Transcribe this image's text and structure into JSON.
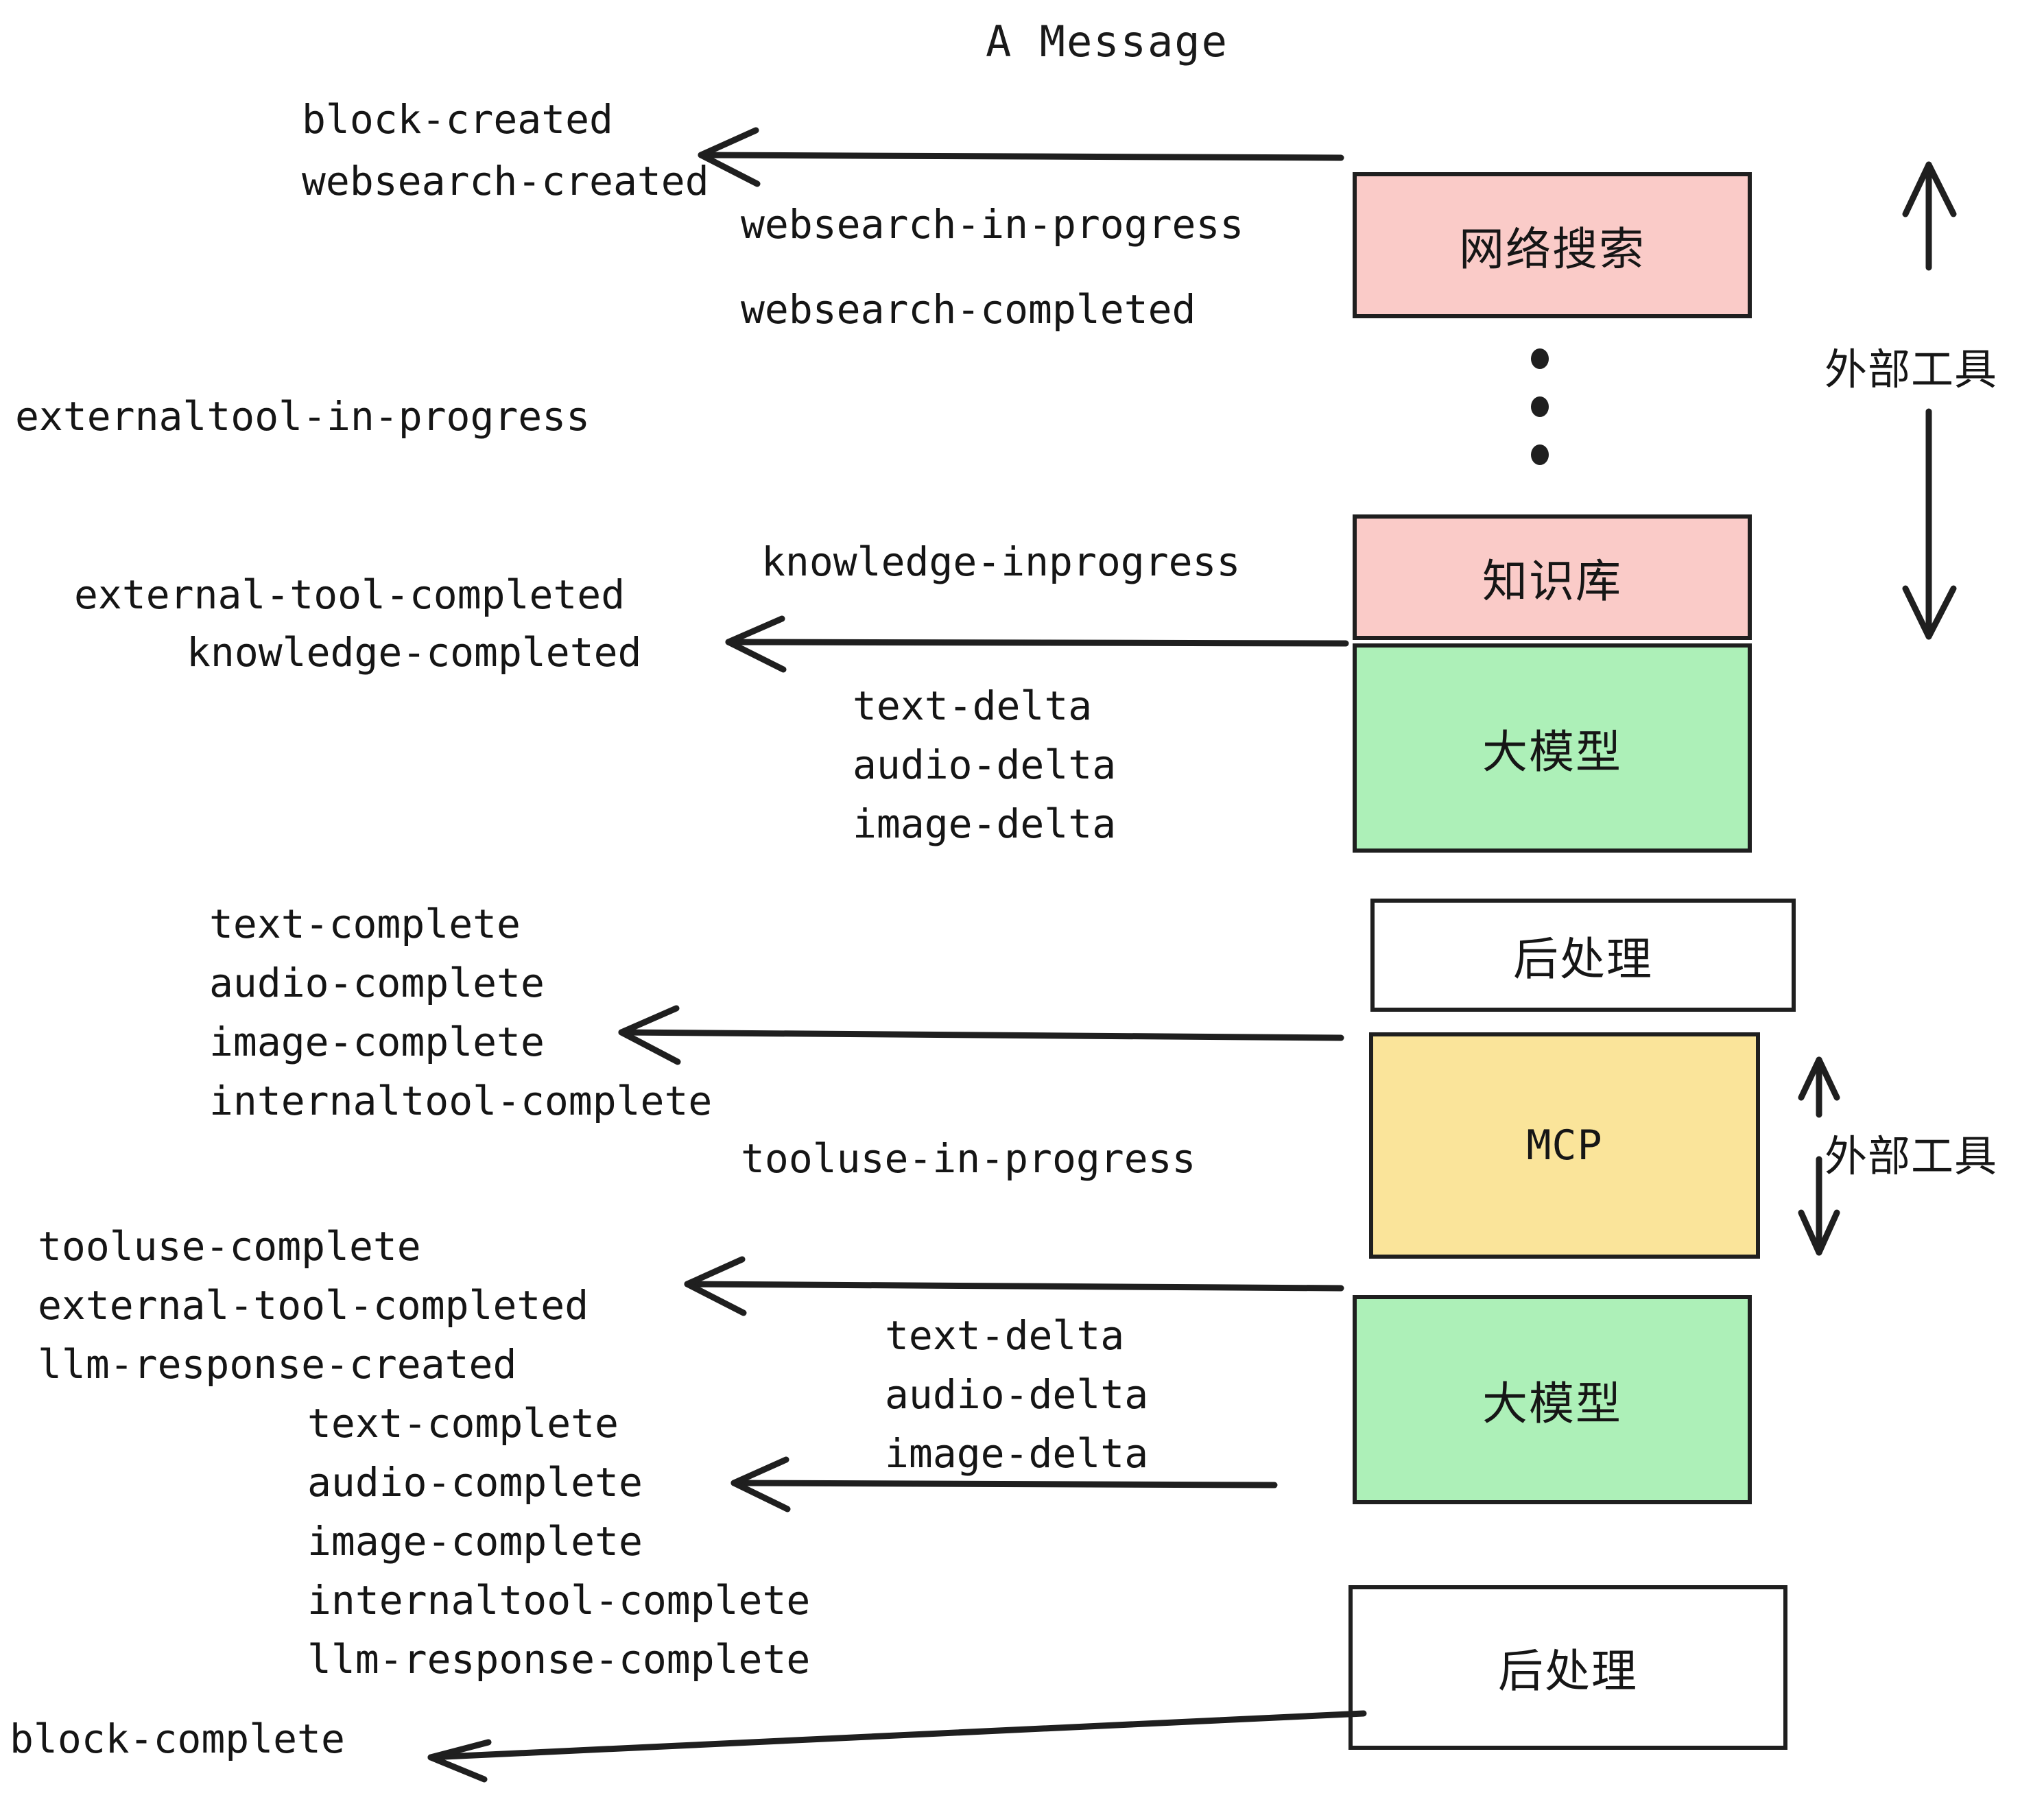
{
  "title": "A Message",
  "colors": {
    "external_tool_box": "#FACBC8",
    "llm_box": "#ADF0B8",
    "mcp_box": "#FAE49A",
    "postprocess_box": "#FFFFFF",
    "stroke": "#1F1F1F",
    "text": "#151515",
    "background": "#FFFFFF"
  },
  "boxes": [
    {
      "id": "websearch",
      "label": "网络搜索",
      "fill": "#FACBC8"
    },
    {
      "id": "knowledge",
      "label": "知识库",
      "fill": "#FACBC8"
    },
    {
      "id": "llm-upper",
      "label": "大模型",
      "fill": "#ADF0B8"
    },
    {
      "id": "post-upper",
      "label": "后处理",
      "fill": "#FFFFFF"
    },
    {
      "id": "mcp",
      "label": "MCP",
      "fill": "#FAE49A"
    },
    {
      "id": "llm-lower",
      "label": "大模型",
      "fill": "#ADF0B8"
    },
    {
      "id": "post-lower",
      "label": "后处理",
      "fill": "#FFFFFF"
    }
  ],
  "side_labels": [
    {
      "id": "external-tools-upper",
      "label": "外部工具"
    },
    {
      "id": "external-tools-lower",
      "label": "外部工具"
    }
  ],
  "events": {
    "block_created": "block-created",
    "websearch_created": "websearch-created",
    "websearch_in_progress": "websearch-in-progress",
    "websearch_completed": "websearch-completed",
    "externaltool_in_progress": "externaltool-in-progress",
    "knowledge_inprogress": "knowledge-inprogress",
    "external_tool_completed_1": "external-tool-completed",
    "knowledge_completed": "knowledge-completed",
    "text_delta_1": "text-delta",
    "audio_delta_1": "audio-delta",
    "image_delta_1": "image-delta",
    "text_complete_1": "text-complete",
    "audio_complete_1": "audio-complete",
    "image_complete_1": "image-complete",
    "internaltool_complete_1": "internaltool-complete",
    "tooluse_in_progress": "tooluse-in-progress",
    "tooluse_complete": "tooluse-complete",
    "external_tool_completed_2": "external-tool-completed",
    "llm_response_created": "llm-response-created",
    "text_delta_2": "text-delta",
    "audio_delta_2": "audio-delta",
    "image_delta_2": "image-delta",
    "text_complete_2": "text-complete",
    "audio_complete_2": "audio-complete",
    "image_complete_2": "image-complete",
    "internaltool_complete_2": "internaltool-complete",
    "llm_response_complete": "llm-response-complete",
    "block_complete": "block-complete"
  }
}
